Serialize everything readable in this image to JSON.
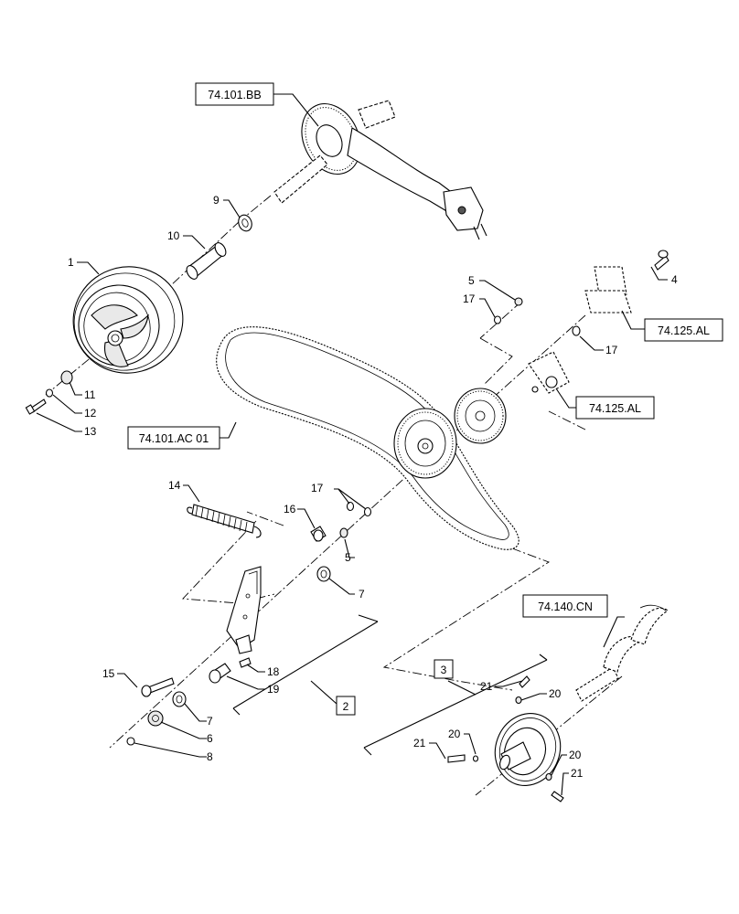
{
  "references": {
    "bb": "74.101.BB",
    "al_top": "74.125.AL",
    "al_mid": "74.125.AL",
    "ac01": "74.101.AC 01",
    "cn": "74.140.CN"
  },
  "groups": {
    "g2": "2",
    "g3": "3"
  },
  "callouts": {
    "c1": "1",
    "c4": "4",
    "c5a": "5",
    "c5b": "5",
    "c6": "6",
    "c7a": "7",
    "c7b": "7",
    "c8": "8",
    "c9": "9",
    "c10": "10",
    "c11": "11",
    "c12": "12",
    "c13": "13",
    "c14": "14",
    "c15": "15",
    "c16": "16",
    "c17a": "17",
    "c17b": "17",
    "c17c": "17",
    "c18": "18",
    "c19": "19",
    "c20a": "20",
    "c20b": "20",
    "c20c": "20",
    "c21a": "21",
    "c21b": "21",
    "c21c": "21"
  }
}
